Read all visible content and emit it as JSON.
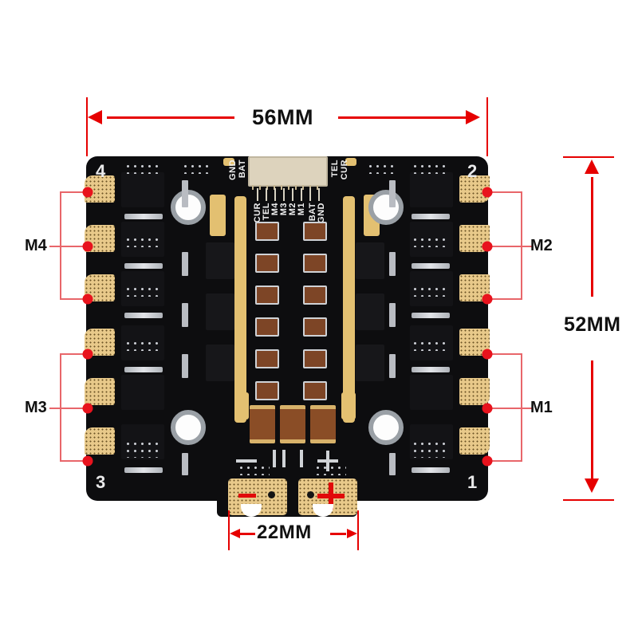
{
  "diagram": {
    "title": "4-in-1 ESC board dimension diagram",
    "accent_color": "#e60000",
    "callout_color": "#e8131d",
    "board_color": "#0d0d0f",
    "pad_color": "#e8c98a"
  },
  "dimensions": {
    "width": {
      "label": "56MM",
      "value": 56,
      "unit": "MM",
      "axis": "horizontal",
      "position": "top"
    },
    "height": {
      "label": "52MM",
      "value": 52,
      "unit": "MM",
      "axis": "vertical",
      "position": "right"
    },
    "mount": {
      "label": "22MM",
      "value": 22,
      "unit": "MM",
      "axis": "horizontal",
      "position": "bottom"
    }
  },
  "callouts": [
    {
      "label": "M4",
      "side": "left",
      "pads": 3
    },
    {
      "label": "M3",
      "side": "left",
      "pads": 3
    },
    {
      "label": "M2",
      "side": "right",
      "pads": 3
    },
    {
      "label": "M1",
      "side": "right",
      "pads": 3
    }
  ],
  "corner_numbers": {
    "top_left": "4",
    "top_right": "2",
    "bottom_left": "3",
    "bottom_right": "1"
  },
  "connector": {
    "left_labels": [
      "GND",
      "BAT"
    ],
    "right_labels": [
      "TEL",
      "CUR"
    ],
    "pin_labels": [
      "CUR",
      "TEL",
      "M4",
      "M3",
      "M2",
      "M1",
      "BAT",
      "GND"
    ]
  },
  "battery": {
    "negative_label": "−",
    "positive_label": "+",
    "silk_negative": "−",
    "silk_positive": "+"
  }
}
